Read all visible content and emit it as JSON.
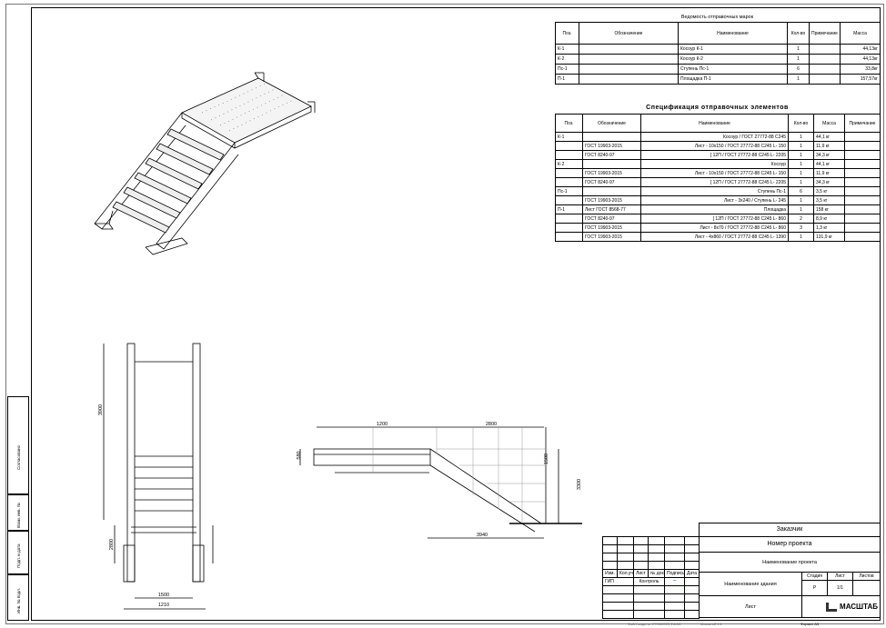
{
  "schedule": {
    "title": "Ведомость отправочных марок",
    "headers": [
      "Поз.",
      "Обозначение",
      "Наименование",
      "Кол-во",
      "Примечание",
      "Масса"
    ],
    "rows": [
      [
        "К-1",
        "",
        "Косоур К-1",
        "1",
        "",
        "44,13кг"
      ],
      [
        "К-2",
        "",
        "Косоур К-2",
        "1",
        "",
        "44,13кг"
      ],
      [
        "Пс-1",
        "",
        "Ступень Пс-1",
        "6",
        "",
        "33,8кг"
      ],
      [
        "П-1",
        "",
        "Площадка П-1",
        "1",
        "",
        "157,57кг"
      ]
    ]
  },
  "spec": {
    "title": "Спецификация отправочных элементов",
    "headers": [
      "Поз.",
      "Обозначение",
      "Наименование",
      "Кол-во",
      "Масса",
      "Примечание"
    ],
    "rows": [
      [
        "К-1",
        "",
        "Косоур / ГОСТ 27772-88 С245",
        "1",
        "44,1 кг",
        ""
      ],
      [
        "",
        "ГОСТ 19903-2015",
        "Лист - 10х150 / ГОСТ 27772-88 С245 L- 150",
        "1",
        "11,9 кг",
        ""
      ],
      [
        "",
        "ГОСТ 8240-97",
        "[ 12П / ГОСТ 27772-88 С245 L- 2205",
        "1",
        "34,3 кг",
        ""
      ],
      [
        "К-2",
        "",
        "Косоур",
        "1",
        "44,1 кг",
        ""
      ],
      [
        "",
        "ГОСТ 19903-2015",
        "Лист - 10х150 / ГОСТ 27772-88 С245 L- 150",
        "1",
        "11,9 кг",
        ""
      ],
      [
        "",
        "ГОСТ 8240-97",
        "[ 12П / ГОСТ 27772-88 С245 L- 2205",
        "1",
        "34,3 кг",
        ""
      ],
      [
        "Пс-1",
        "",
        "Ступень Пс-1",
        "6",
        "3,5 кг",
        ""
      ],
      [
        "",
        "ГОСТ 19903-2015",
        "Лист - 3х240 / Ступень L- 245",
        "1",
        "3,5 кг",
        ""
      ],
      [
        "П-1",
        "Лист ГОСТ 8568-77",
        "Площадка",
        "1",
        "158 кг",
        ""
      ],
      [
        "",
        "ГОСТ 8240-97",
        "[ 12П / ГОСТ 27772-88 С245 L- 860",
        "2",
        "8,9 кг",
        ""
      ],
      [
        "",
        "ГОСТ 19903-2015",
        "Лист - 8х70 / ГОСТ 27772-88 С245 L- 860",
        "3",
        "1,3 кг",
        ""
      ],
      [
        "",
        "ГОСТ 19903-2015",
        "Лист - 4х860 / ГОСТ 27772-88 С245 L- 1390",
        "1",
        "131,9 кг",
        ""
      ]
    ]
  },
  "stamp": {
    "customer": "Заказчик",
    "project_number": "Номер проекта",
    "project_name": "Наименование проекта",
    "building_name": "Наименование здания",
    "sheet_name": "Лист",
    "stage_label": "Стадия",
    "sheet_label": "Лист",
    "sheets_label": "Листов",
    "stage_value": "Р",
    "sheet_value": "1/1",
    "col_labels": [
      "Изм.",
      "Кол.уч.",
      "Лист",
      "№ док.",
      "Подпись",
      "Дата"
    ],
    "row_labels": [
      "ГИП",
      "Контроль"
    ],
    "logo": "МАСШТАБ"
  },
  "side_stamp": [
    "Согласовано",
    "Взам. инв. №",
    "Подп. и дата",
    "Инв. № подл."
  ],
  "dims": {
    "plan_label": "1500",
    "plan_height": "3900",
    "plan_left": "2800",
    "plan_bottom": "1210",
    "elev_top_a": "1200",
    "elev_top_b": "2800",
    "elev_bottom": "3940",
    "elev_right_a": "1500",
    "elev_right_b": "3300",
    "elev_left": "580"
  },
  "footer": {
    "left": "Файл модели: 2703/2023 Ф4/А3",
    "mid": "Масштаб 1:1",
    "right": "Формат А3"
  }
}
